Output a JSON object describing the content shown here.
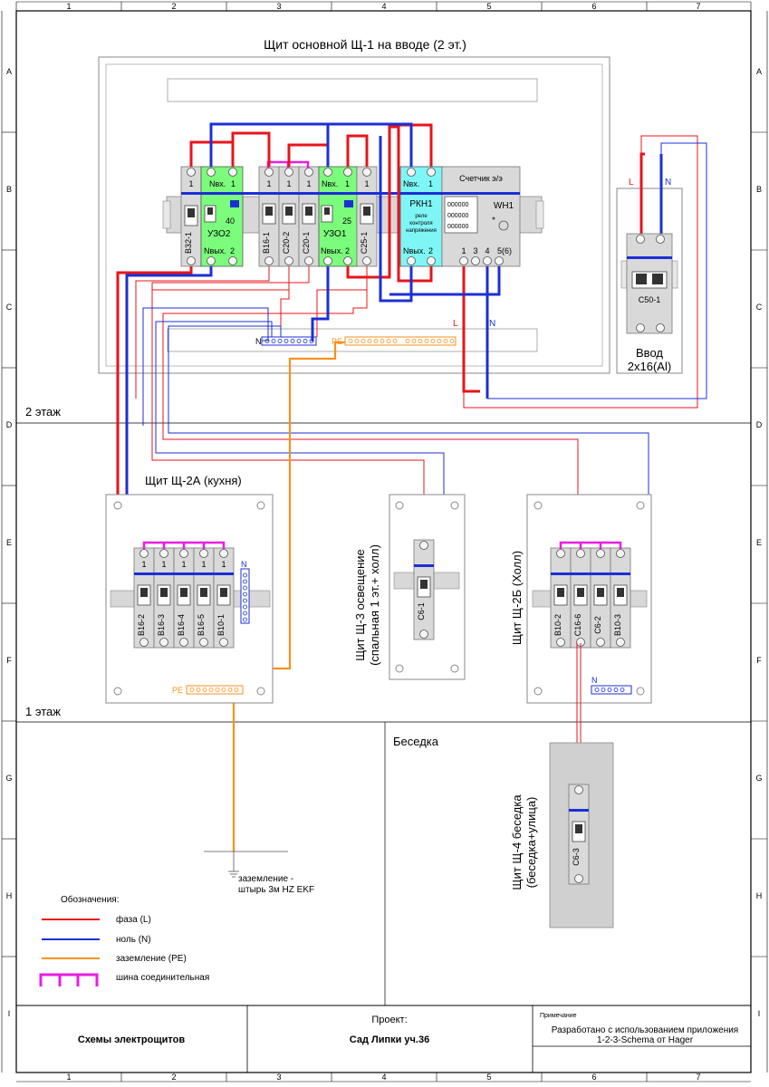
{
  "frame": {
    "columns": [
      "1",
      "2",
      "3",
      "4",
      "5",
      "6",
      "7"
    ],
    "rows": [
      "A",
      "B",
      "C",
      "D",
      "E",
      "F",
      "G",
      "H",
      "I"
    ]
  },
  "main_panel": {
    "title": "Щит основной Щ-1 на вводе (2 эт.)",
    "uzo2": {
      "top_left": "1",
      "top_n": "Nвх.",
      "top_right": "1",
      "rating": "40",
      "name": "УЗО2",
      "bot_n": "Nвых.",
      "bot_right": "2"
    },
    "uzo1": {
      "top_n": "Nвх.",
      "top_right": "1",
      "rating": "25",
      "name": "УЗО1",
      "bot_n": "Nвых.",
      "bot_right": "2"
    },
    "rkn": {
      "top_n": "Nвх.",
      "top_right": "1",
      "name": "РКН1",
      "desc1": "реле",
      "desc2": "контроля",
      "desc3": "напряжения",
      "bot_n": "Nвых.",
      "bot_right": "2"
    },
    "meter": {
      "title": "Счетчик э/э",
      "name": "WH1",
      "digits": [
        "000000",
        "000000",
        "000000"
      ],
      "terminals": [
        "1",
        "3",
        "4",
        "5(6)"
      ]
    },
    "breakers": [
      {
        "top": "1",
        "label": "В32-1"
      },
      {
        "top": "1",
        "label": "В16-1"
      },
      {
        "top": "1",
        "label": "С20-2"
      },
      {
        "top": "1",
        "label": "С20-1"
      },
      {
        "top": "1",
        "label": "С25-1"
      }
    ],
    "n_bus": "N",
    "pe_bus": "PE",
    "l_label": "L",
    "n_label": "N"
  },
  "input": {
    "l_label": "L",
    "n_label": "N",
    "breaker": "С50-1",
    "title_line1": "Ввод",
    "title_line2": "2x16(Al)"
  },
  "floor2_label": "2 этаж",
  "floor1_label": "1 этаж",
  "panel_2a": {
    "title": "Щит Щ-2А (кухня)",
    "breakers": [
      "В16-2",
      "В16-3",
      "В16-4",
      "В16-5",
      "В10-1"
    ],
    "tops": [
      "1",
      "1",
      "1",
      "1",
      "1"
    ],
    "n_bus": "N",
    "pe_bus": "PE"
  },
  "panel_3": {
    "title_line1": "Щит Щ-3 освещение",
    "title_line2": "(спальная 1 эт.+ холл)",
    "breaker": "С6-1"
  },
  "panel_2b": {
    "title": "Щит Щ-2Б (Холл)",
    "breakers": [
      "В10-2",
      "С16-6",
      "С6-2",
      "В10-3"
    ],
    "n_bus": "N"
  },
  "besedka": {
    "area_label": "Беседка",
    "title_line1": "Щит Щ-4 беседка",
    "title_line2": "(беседка+улица)",
    "breaker": "С6-3"
  },
  "grounding": {
    "label_line1": "заземление -",
    "label_line2": "штырь 3м HZ EKF"
  },
  "legend": {
    "title": "Обозначения:",
    "items": [
      {
        "label": "фаза (L)",
        "color": "#e8141b"
      },
      {
        "label": "ноль (N)",
        "color": "#1c2fd6"
      },
      {
        "label": "заземление (PE)",
        "color": "#f7921e"
      },
      {
        "label": "шина соединительная",
        "color": "#e81ee0"
      }
    ]
  },
  "title_block": {
    "doc_title": "Схемы электрощитов",
    "project_label": "Проект:",
    "project_name": "Сад Липки уч.36",
    "note_label": "Примечание",
    "note_line1": "Разработано с использованием приложения",
    "note_line2": "1-2-3-Schema от Hager"
  },
  "colors": {
    "phase": "#e8141b",
    "neutral": "#1c2fd6",
    "pe": "#f7921e",
    "bus": "#e81ee0",
    "green": "#7cfc7c",
    "cyan": "#7ff6f6"
  }
}
